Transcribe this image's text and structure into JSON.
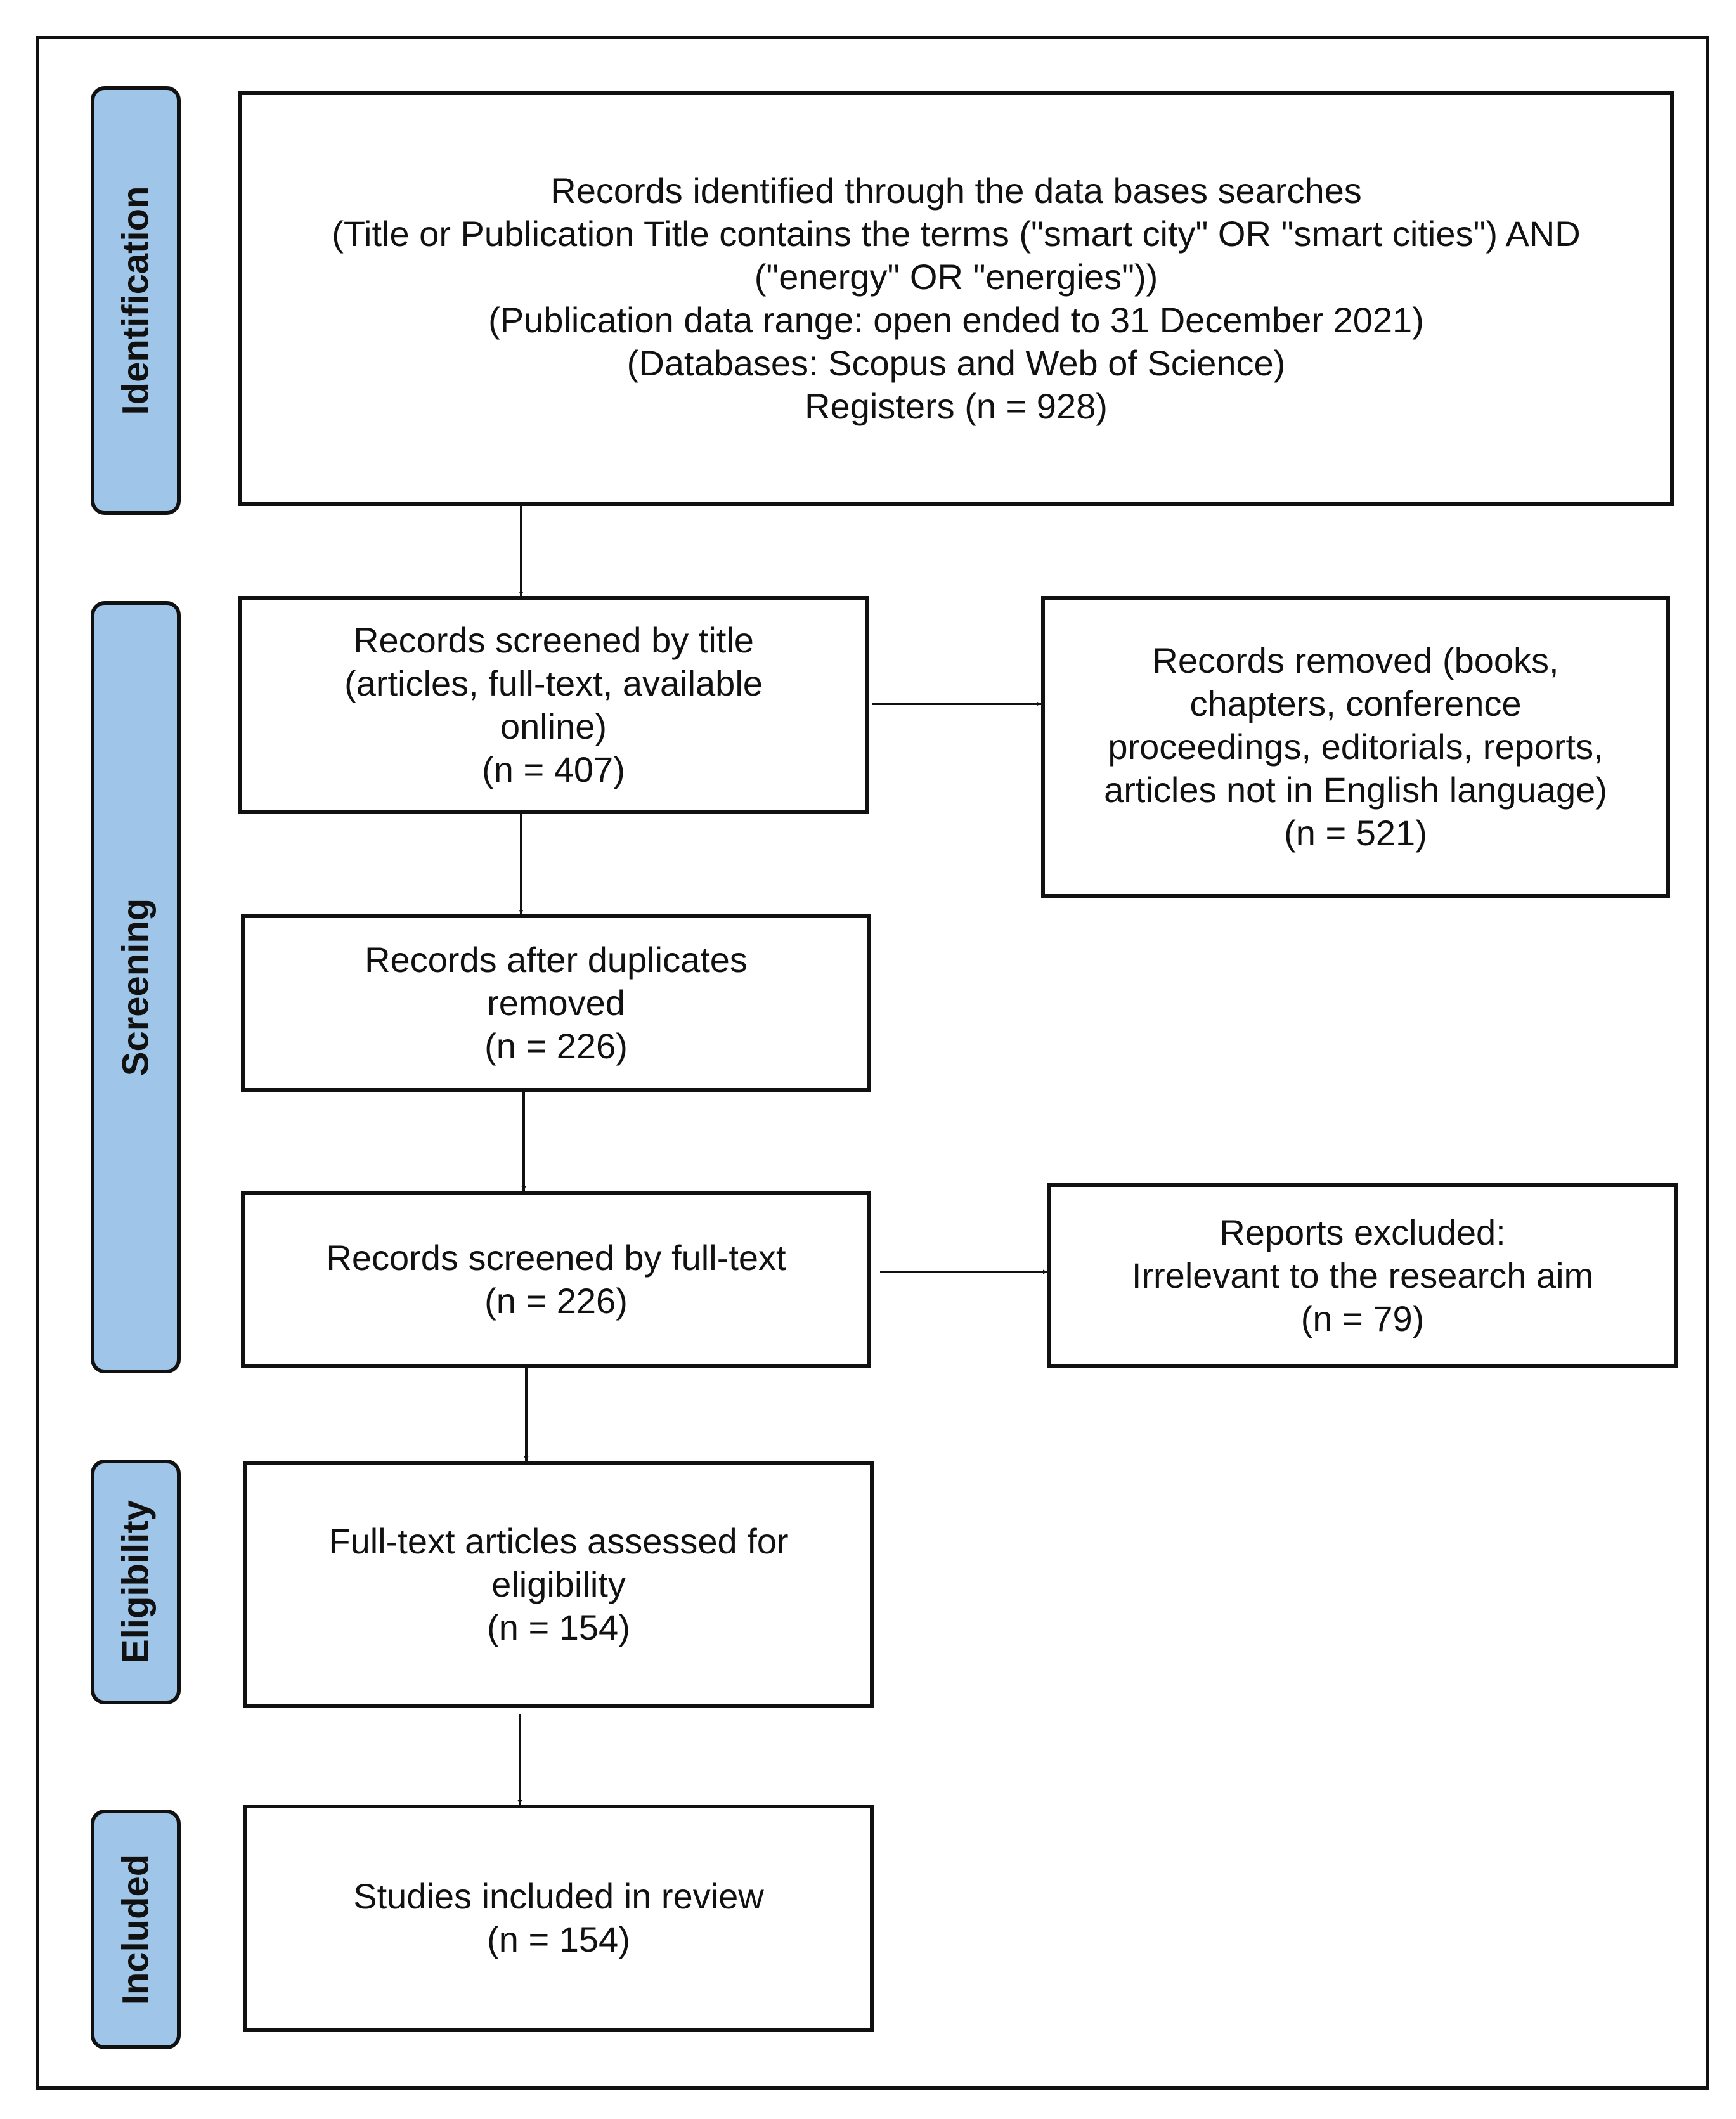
{
  "phases": {
    "identification": "Identification",
    "screening": "Screening",
    "eligibility": "Eligibility",
    "included": "Included"
  },
  "boxes": {
    "identified": {
      "lines": [
        "Records identified through the data bases searches",
        "(Title or Publication Title contains the terms (\"smart city\" OR \"smart cities\") AND",
        "(\"energy\" OR \"energies\"))",
        "(Publication data range: open ended to 31 December 2021)",
        "(Databases: Scopus and Web of Science)",
        "Registers (n = 928)"
      ]
    },
    "screened_title": {
      "lines": [
        "Records screened by title",
        "(articles, full-text, available",
        "online)",
        "(n = 407)"
      ]
    },
    "removed": {
      "lines": [
        "Records removed (books,",
        "chapters, conference",
        "proceedings, editorials, reports,",
        "articles not in English language)",
        "(n = 521)"
      ]
    },
    "duplicates": {
      "lines": [
        "Records after duplicates",
        "removed",
        "(n = 226)"
      ]
    },
    "screened_fulltext": {
      "lines": [
        "Records screened by full-text",
        "(n = 226)"
      ]
    },
    "excluded": {
      "lines": [
        "Reports excluded:",
        "Irrelevant to the research aim",
        "(n = 79)"
      ]
    },
    "eligibility": {
      "lines": [
        "Full-text articles assessed for",
        "eligibility",
        "(n = 154)"
      ]
    },
    "included": {
      "lines": [
        "Studies included in review",
        "(n = 154)"
      ]
    }
  }
}
